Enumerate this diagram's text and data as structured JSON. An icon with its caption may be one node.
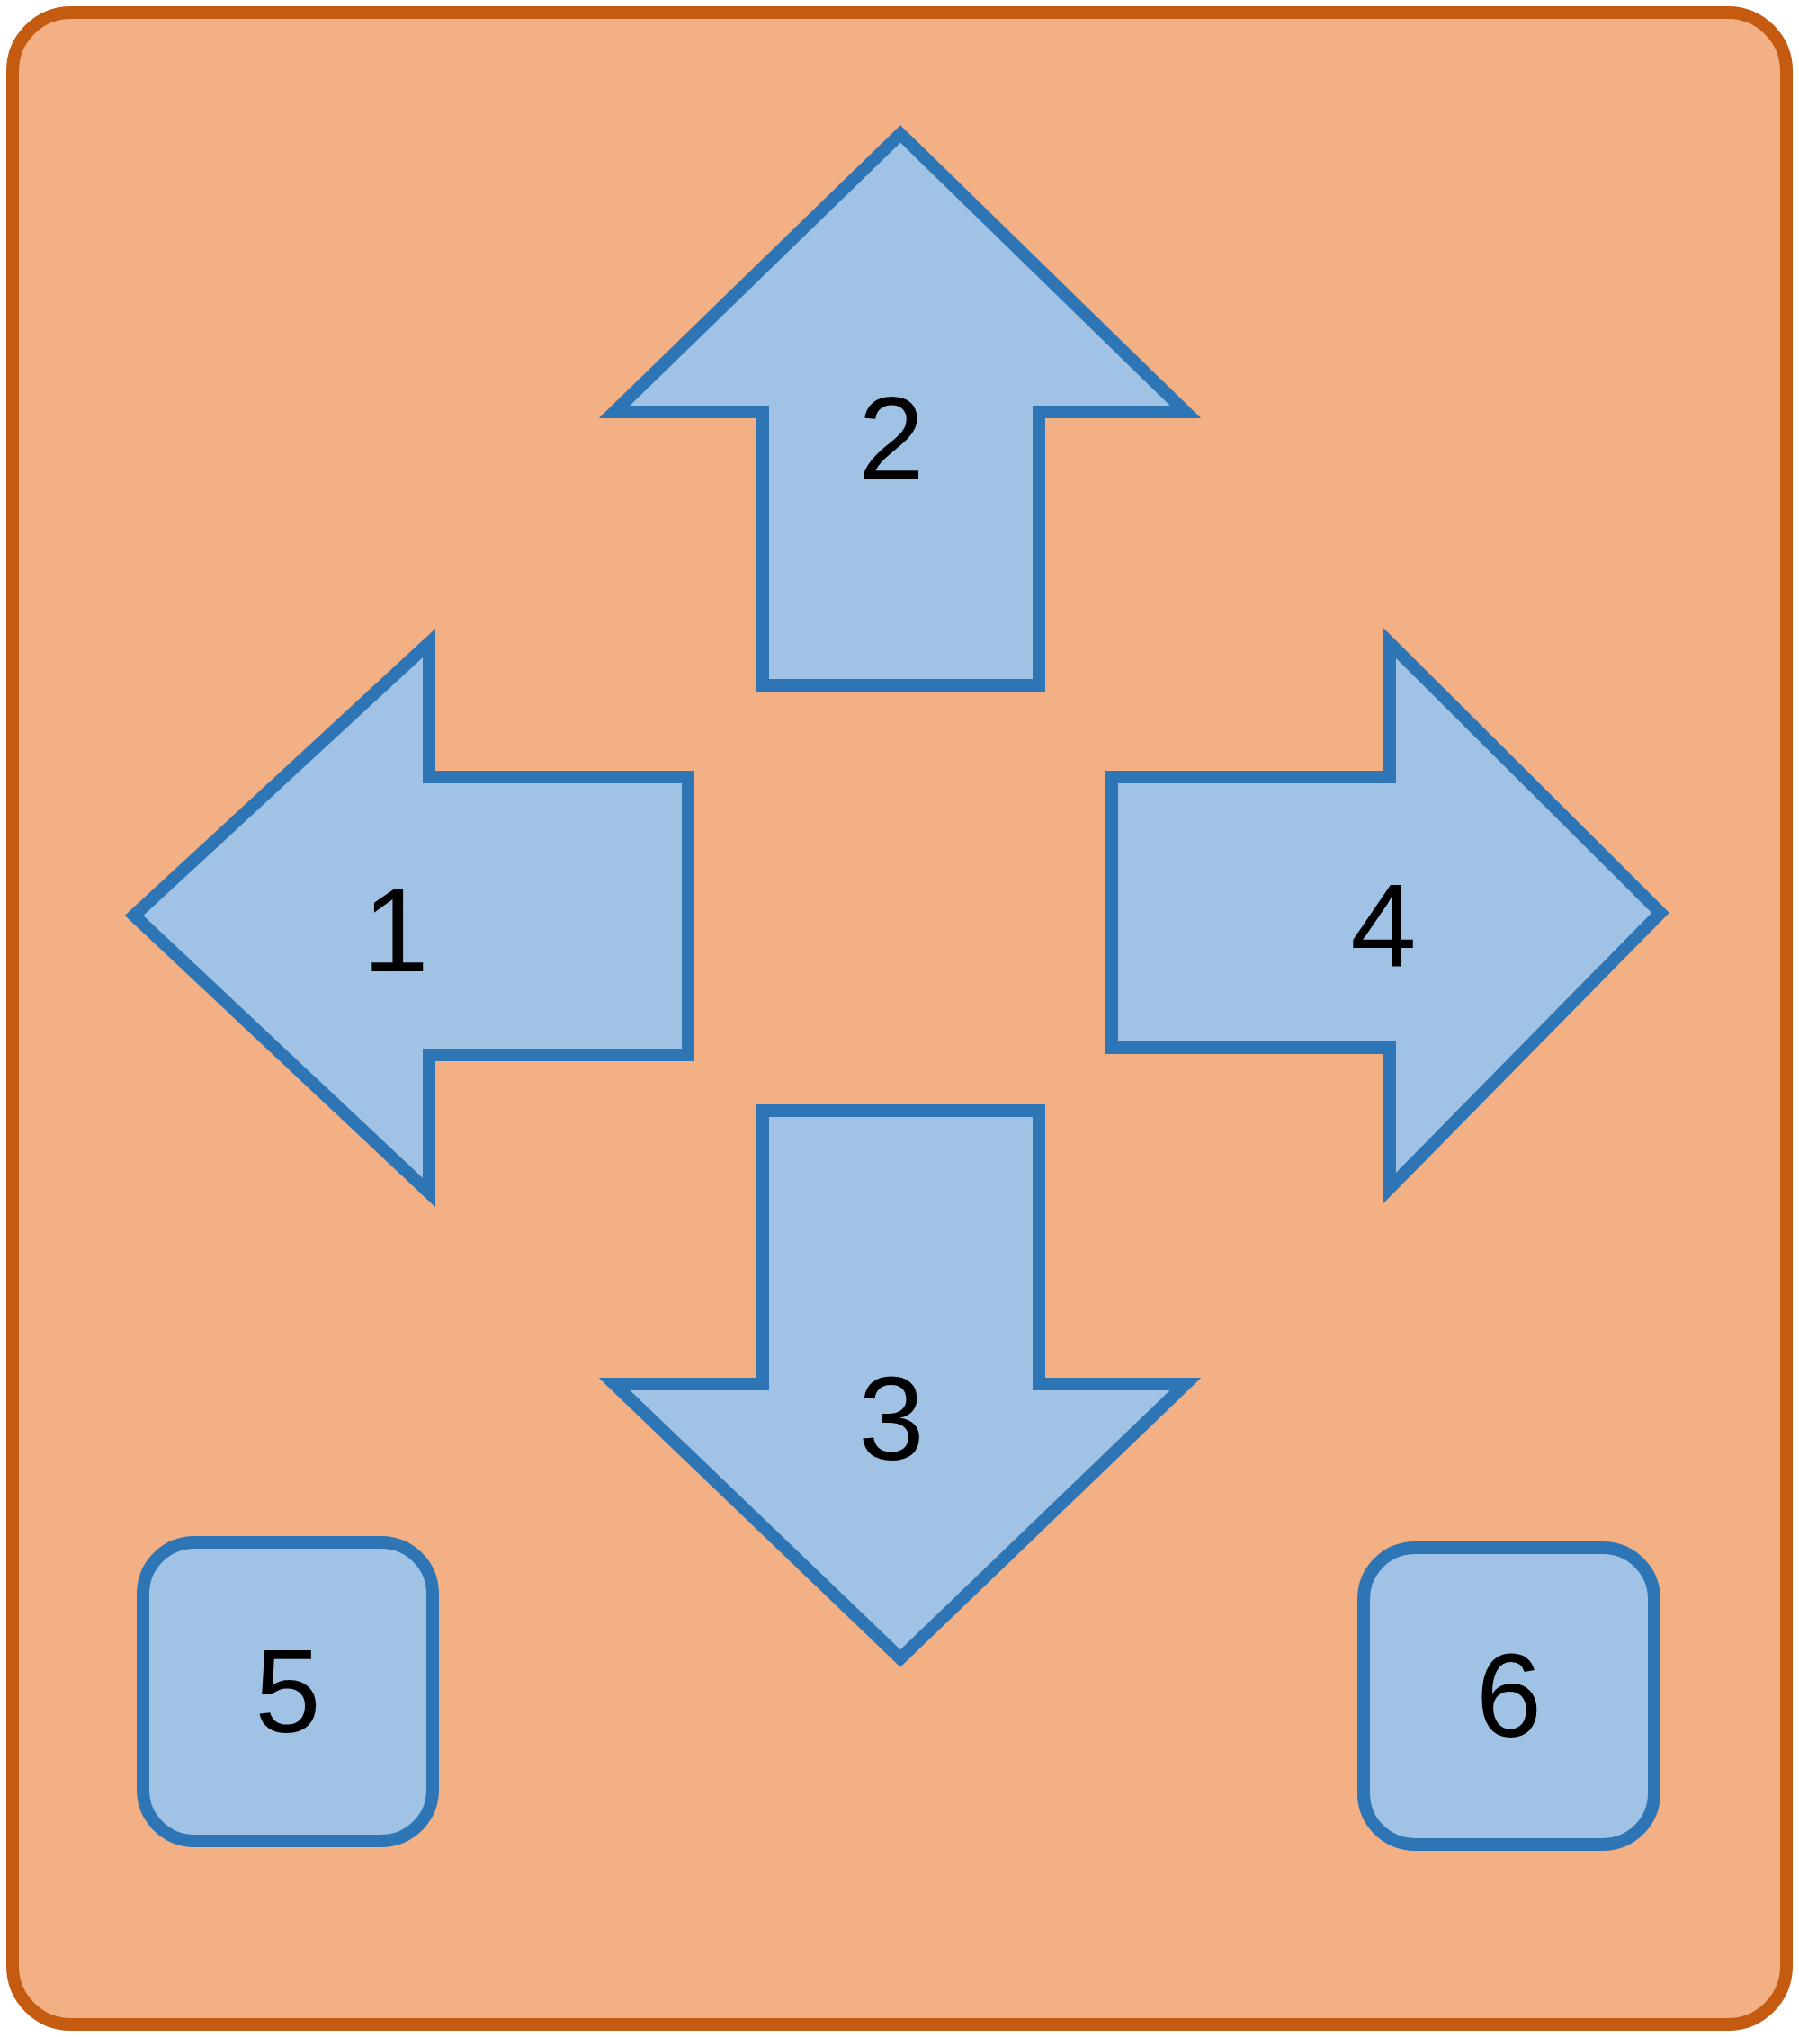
{
  "diagram": {
    "nodes": [
      {
        "text": [],
        "shape": "box"
      },
      {
        "text": [
          "1"
        ],
        "in": 0
      },
      {
        "text": [
          "2"
        ],
        "in": 0
      },
      {
        "text": [
          "3"
        ],
        "in": 0
      },
      {
        "text": [
          "4"
        ],
        "in": 0
      },
      {
        "text": [
          "5"
        ],
        "in": 0
      },
      {
        "text": [
          "6"
        ],
        "in": 0
      }
    ]
  }
}
